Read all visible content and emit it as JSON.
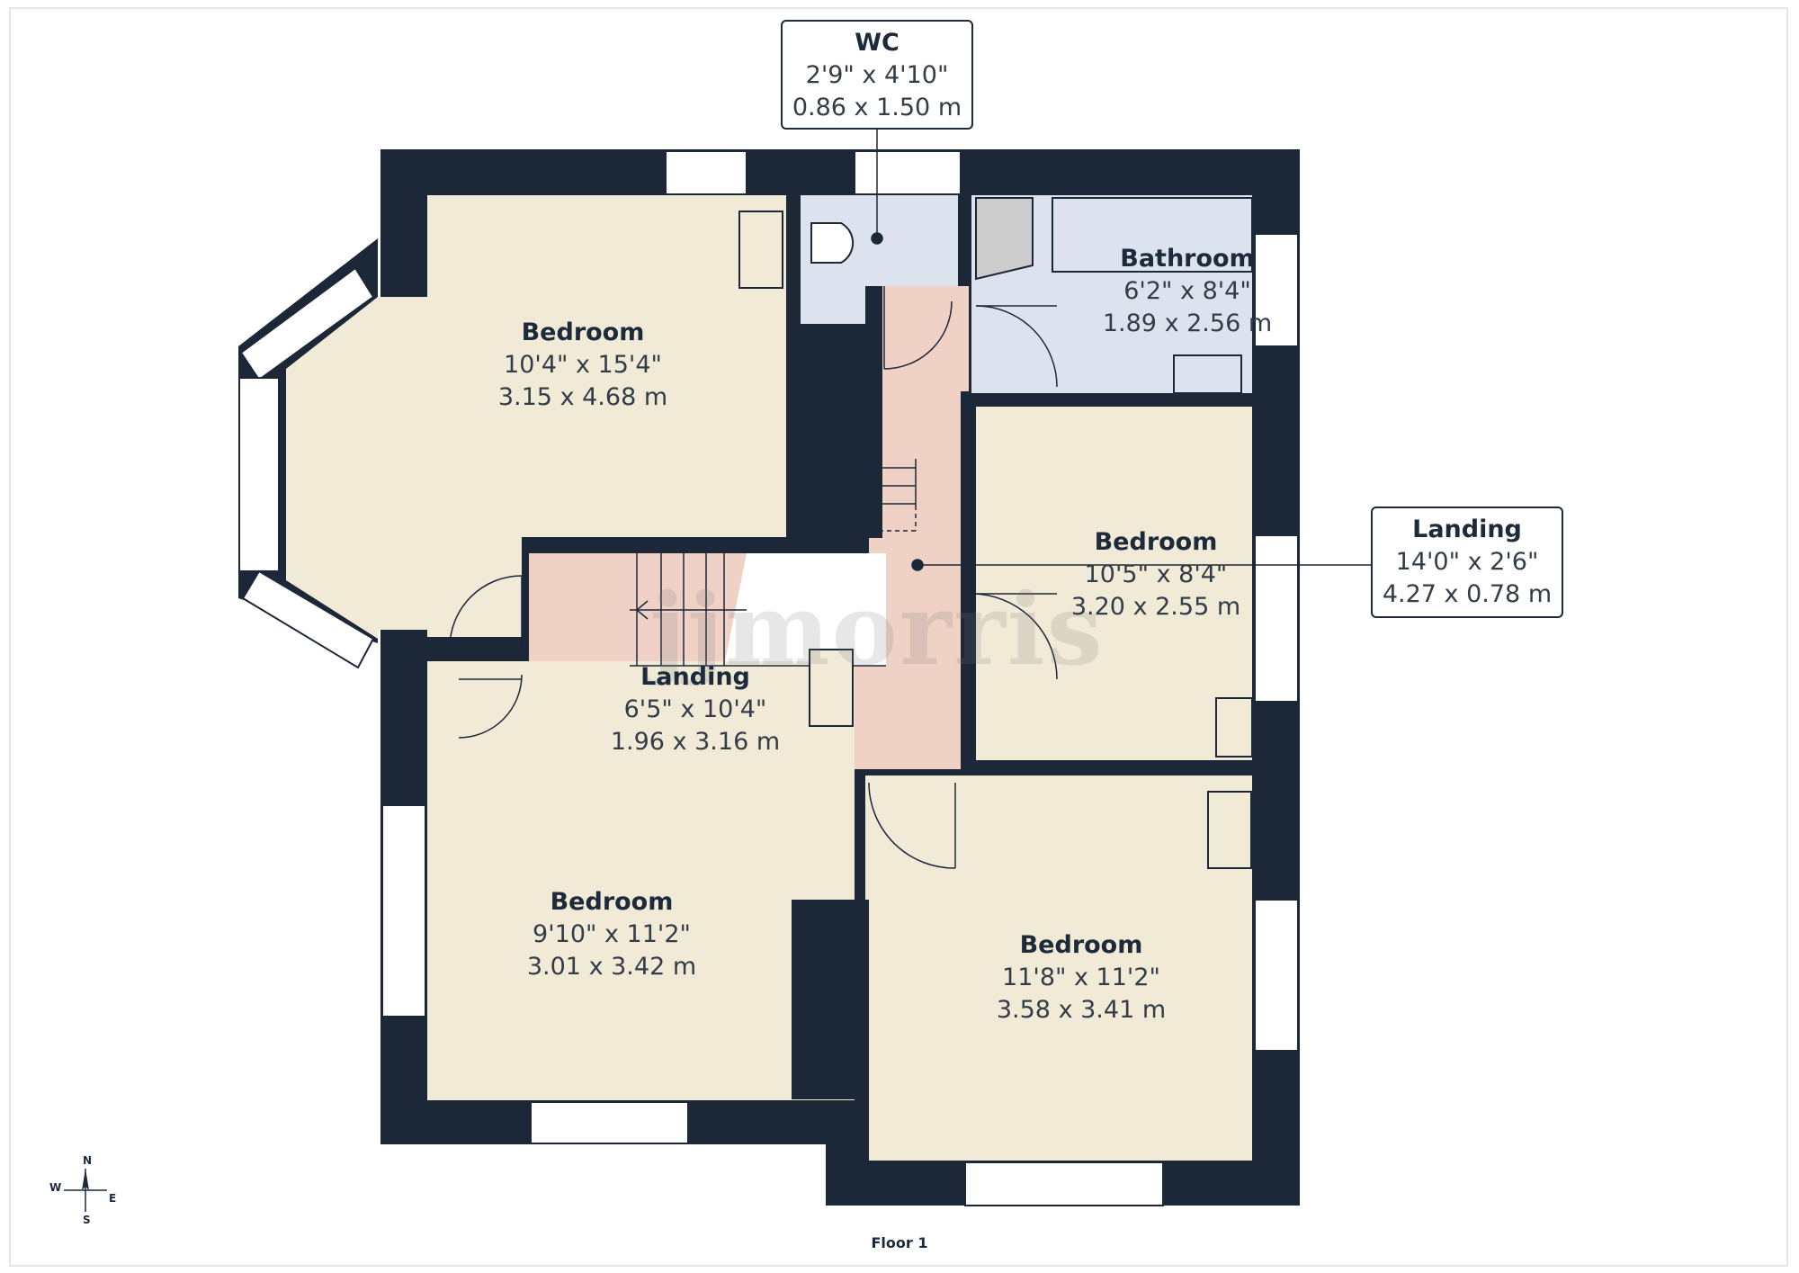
{
  "floor_label": "Floor 1",
  "watermark": "jjmorris",
  "colors": {
    "wall": "#1c2738",
    "bedroom": "#f1ead7",
    "landing": "#f0d1c6",
    "bathroom": "#dde3ee",
    "window": "#ffffff"
  },
  "compass": {
    "n": "N",
    "s": "S",
    "e": "E",
    "w": "W"
  },
  "rooms": {
    "bedroom_nw": {
      "name": "Bedroom",
      "imperial": "10'4\" x 15'4\"",
      "metric": "3.15 x 4.68 m"
    },
    "bedroom_e": {
      "name": "Bedroom",
      "imperial": "10'5\" x 8'4\"",
      "metric": "3.20 x 2.55 m"
    },
    "bedroom_sw": {
      "name": "Bedroom",
      "imperial": "9'10\" x 11'2\"",
      "metric": "3.01 x 3.42 m"
    },
    "bedroom_se": {
      "name": "Bedroom",
      "imperial": "11'8\" x 11'2\"",
      "metric": "3.58 x 3.41 m"
    },
    "bathroom": {
      "name": "Bathroom",
      "imperial": "6'2\" x 8'4\"",
      "metric": "1.89 x 2.56 m"
    },
    "landing_main": {
      "name": "Landing",
      "imperial": "6'5\" x 10'4\"",
      "metric": "1.96 x 3.16 m"
    }
  },
  "callouts": {
    "wc": {
      "name": "WC",
      "imperial": "2'9\" x 4'10\"",
      "metric": "0.86 x 1.50 m"
    },
    "landing": {
      "name": "Landing",
      "imperial": "14'0\" x 2'6\"",
      "metric": "4.27 x 0.78 m"
    }
  }
}
